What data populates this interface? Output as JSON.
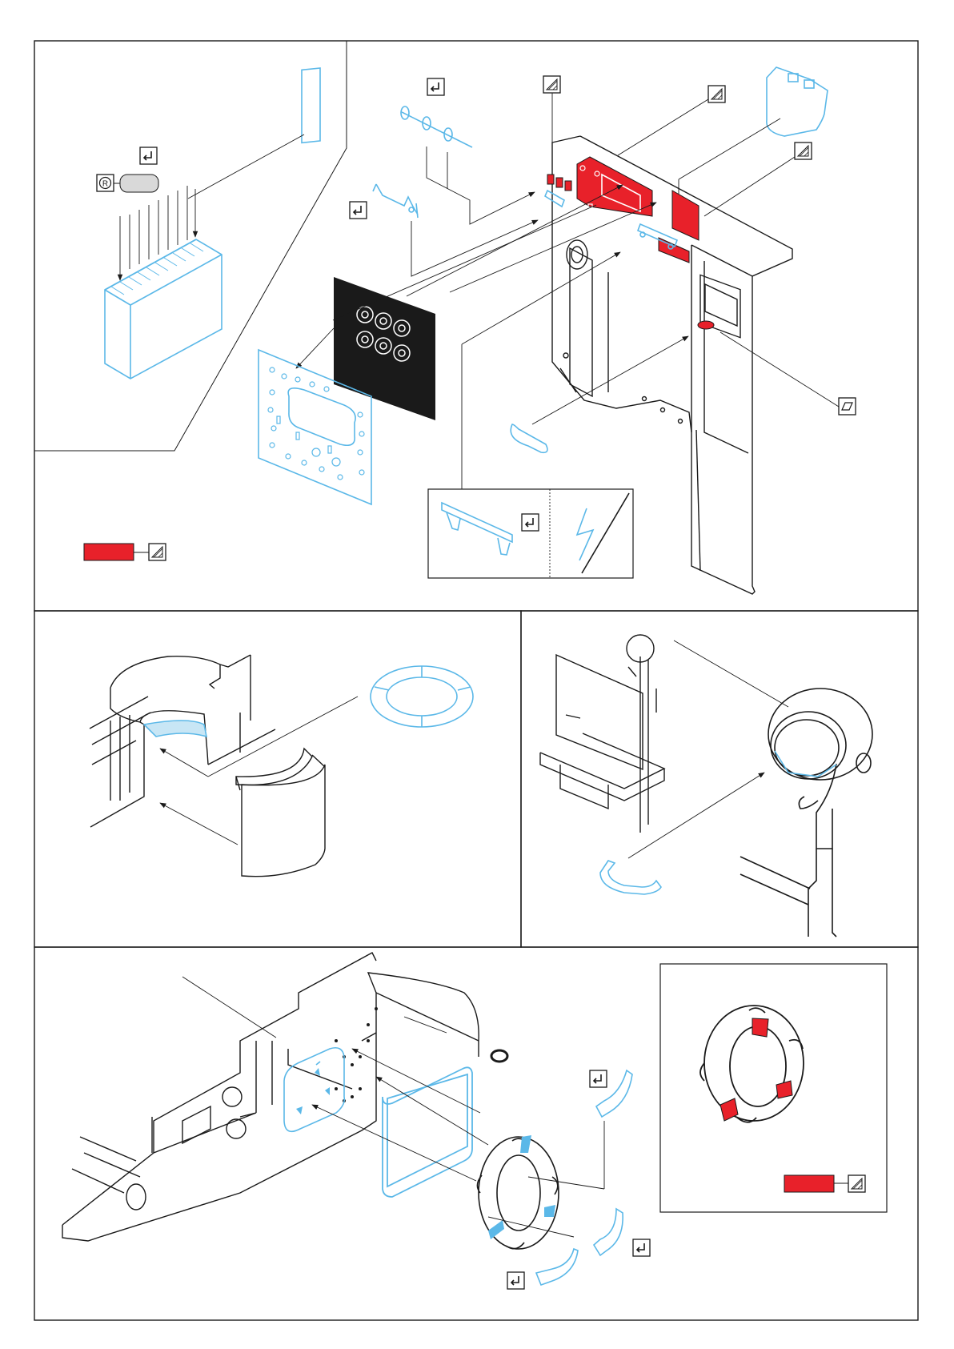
{
  "colors": {
    "outline": "#1a1a1a",
    "photo_etch": "#5bb8e8",
    "paint_red": "#e8212a",
    "plate_black": "#1a1a1a",
    "grey_tab": "#d9d9d9",
    "background": "#ffffff"
  },
  "icons": {
    "bend_symbol": "bend-icon",
    "paint_symbol": "paint-icon",
    "sand_symbol": "sand-icon",
    "remove_symbol": "remove-icon"
  },
  "panels": [
    {
      "id": "panel-top",
      "description_visible": ""
    },
    {
      "id": "panel-middle-left",
      "description_visible": ""
    },
    {
      "id": "panel-middle-right",
      "description_visible": ""
    },
    {
      "id": "panel-bottom",
      "description_visible": ""
    }
  ],
  "legend": {
    "tab_marker_text": "R"
  }
}
